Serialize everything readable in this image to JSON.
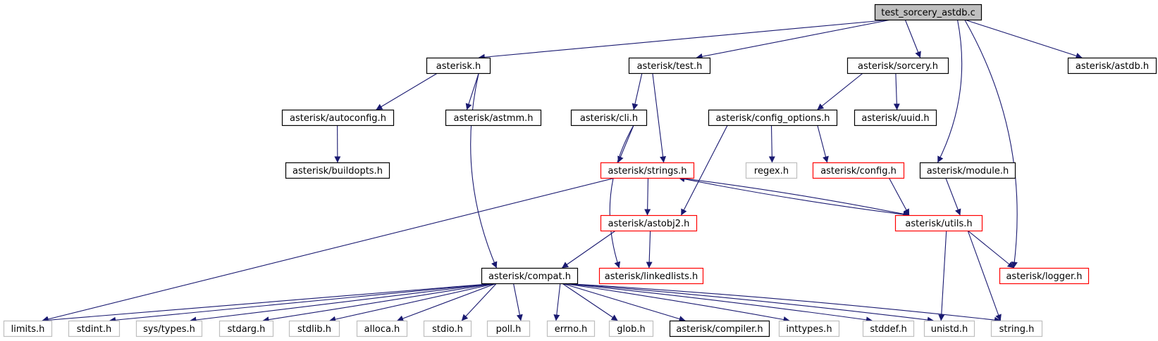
{
  "diagram": {
    "type": "include-dependency-graph",
    "colors": {
      "edge": "#191970",
      "root_fill": "#bfbfbf",
      "border_normal": "#000000",
      "border_incomplete": "#ff0000",
      "border_external": "#bfbfbf"
    },
    "nodes": [
      {
        "id": "root",
        "label": "test_sorcery_astdb.c",
        "kind": "root"
      },
      {
        "id": "asterisk_h",
        "label": "asterisk.h",
        "kind": "normal"
      },
      {
        "id": "test_h",
        "label": "asterisk/test.h",
        "kind": "normal"
      },
      {
        "id": "sorcery_h",
        "label": "asterisk/sorcery.h",
        "kind": "normal"
      },
      {
        "id": "astdb_h",
        "label": "asterisk/astdb.h",
        "kind": "normal"
      },
      {
        "id": "autoconfig_h",
        "label": "asterisk/autoconfig.h",
        "kind": "normal"
      },
      {
        "id": "astmm_h",
        "label": "asterisk/astmm.h",
        "kind": "normal"
      },
      {
        "id": "cli_h",
        "label": "asterisk/cli.h",
        "kind": "normal"
      },
      {
        "id": "config_options_h",
        "label": "asterisk/config_options.h",
        "kind": "normal"
      },
      {
        "id": "uuid_h",
        "label": "asterisk/uuid.h",
        "kind": "normal"
      },
      {
        "id": "buildopts_h",
        "label": "asterisk/buildopts.h",
        "kind": "normal"
      },
      {
        "id": "strings_h",
        "label": "asterisk/strings.h",
        "kind": "incomplete"
      },
      {
        "id": "regex_h",
        "label": "regex.h",
        "kind": "external"
      },
      {
        "id": "config_h",
        "label": "asterisk/config.h",
        "kind": "incomplete"
      },
      {
        "id": "module_h",
        "label": "asterisk/module.h",
        "kind": "normal"
      },
      {
        "id": "astobj2_h",
        "label": "asterisk/astobj2.h",
        "kind": "incomplete"
      },
      {
        "id": "utils_h",
        "label": "asterisk/utils.h",
        "kind": "incomplete"
      },
      {
        "id": "compat_h",
        "label": "asterisk/compat.h",
        "kind": "normal"
      },
      {
        "id": "linkedlists_h",
        "label": "asterisk/linkedlists.h",
        "kind": "incomplete"
      },
      {
        "id": "logger_h",
        "label": "asterisk/logger.h",
        "kind": "incomplete"
      },
      {
        "id": "limits_h",
        "label": "limits.h",
        "kind": "external"
      },
      {
        "id": "stdint_h",
        "label": "stdint.h",
        "kind": "external"
      },
      {
        "id": "sys_types_h",
        "label": "sys/types.h",
        "kind": "external"
      },
      {
        "id": "stdarg_h",
        "label": "stdarg.h",
        "kind": "external"
      },
      {
        "id": "stdlib_h",
        "label": "stdlib.h",
        "kind": "external"
      },
      {
        "id": "alloca_h",
        "label": "alloca.h",
        "kind": "external"
      },
      {
        "id": "stdio_h",
        "label": "stdio.h",
        "kind": "external"
      },
      {
        "id": "poll_h",
        "label": "poll.h",
        "kind": "external"
      },
      {
        "id": "errno_h",
        "label": "errno.h",
        "kind": "external"
      },
      {
        "id": "glob_h",
        "label": "glob.h",
        "kind": "external"
      },
      {
        "id": "compiler_h",
        "label": "asterisk/compiler.h",
        "kind": "normal"
      },
      {
        "id": "inttypes_h",
        "label": "inttypes.h",
        "kind": "external"
      },
      {
        "id": "stddef_h",
        "label": "stddef.h",
        "kind": "external"
      },
      {
        "id": "unistd_h",
        "label": "unistd.h",
        "kind": "external"
      },
      {
        "id": "string_h",
        "label": "string.h",
        "kind": "external"
      }
    ],
    "edges": [
      {
        "from": "root",
        "to": "asterisk_h"
      },
      {
        "from": "root",
        "to": "test_h"
      },
      {
        "from": "root",
        "to": "sorcery_h"
      },
      {
        "from": "root",
        "to": "astdb_h"
      },
      {
        "from": "root",
        "to": "module_h"
      },
      {
        "from": "root",
        "to": "logger_h"
      },
      {
        "from": "asterisk_h",
        "to": "autoconfig_h"
      },
      {
        "from": "asterisk_h",
        "to": "astmm_h"
      },
      {
        "from": "asterisk_h",
        "to": "compat_h"
      },
      {
        "from": "autoconfig_h",
        "to": "buildopts_h"
      },
      {
        "from": "test_h",
        "to": "cli_h"
      },
      {
        "from": "test_h",
        "to": "strings_h"
      },
      {
        "from": "cli_h",
        "to": "strings_h"
      },
      {
        "from": "cli_h",
        "to": "linkedlists_h"
      },
      {
        "from": "sorcery_h",
        "to": "config_options_h"
      },
      {
        "from": "sorcery_h",
        "to": "uuid_h"
      },
      {
        "from": "config_options_h",
        "to": "regex_h"
      },
      {
        "from": "config_options_h",
        "to": "config_h"
      },
      {
        "from": "config_options_h",
        "to": "astobj2_h"
      },
      {
        "from": "config_h",
        "to": "utils_h"
      },
      {
        "from": "module_h",
        "to": "utils_h"
      },
      {
        "from": "strings_h",
        "to": "astobj2_h"
      },
      {
        "from": "strings_h",
        "to": "utils_h"
      },
      {
        "from": "utils_h",
        "to": "strings_h"
      },
      {
        "from": "strings_h",
        "to": "limits_h"
      },
      {
        "from": "astobj2_h",
        "to": "compat_h"
      },
      {
        "from": "astobj2_h",
        "to": "linkedlists_h"
      },
      {
        "from": "utils_h",
        "to": "logger_h"
      },
      {
        "from": "utils_h",
        "to": "unistd_h"
      },
      {
        "from": "utils_h",
        "to": "string_h"
      },
      {
        "from": "compat_h",
        "to": "limits_h"
      },
      {
        "from": "compat_h",
        "to": "stdint_h"
      },
      {
        "from": "compat_h",
        "to": "sys_types_h"
      },
      {
        "from": "compat_h",
        "to": "stdarg_h"
      },
      {
        "from": "compat_h",
        "to": "stdlib_h"
      },
      {
        "from": "compat_h",
        "to": "alloca_h"
      },
      {
        "from": "compat_h",
        "to": "stdio_h"
      },
      {
        "from": "compat_h",
        "to": "poll_h"
      },
      {
        "from": "compat_h",
        "to": "errno_h"
      },
      {
        "from": "compat_h",
        "to": "glob_h"
      },
      {
        "from": "compat_h",
        "to": "compiler_h"
      },
      {
        "from": "compat_h",
        "to": "inttypes_h"
      },
      {
        "from": "compat_h",
        "to": "stddef_h"
      },
      {
        "from": "compat_h",
        "to": "unistd_h"
      },
      {
        "from": "compat_h",
        "to": "string_h"
      }
    ]
  }
}
